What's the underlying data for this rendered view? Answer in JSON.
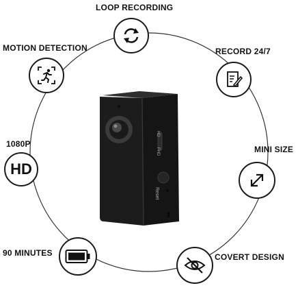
{
  "features": {
    "loop_recording": {
      "label": "LOOP RECORDING",
      "icon": "loop-arrows-icon"
    },
    "motion_detection": {
      "label": "MOTION DETECTION",
      "icon": "running-person-icon"
    },
    "record_247": {
      "label": "RECORD 24/7",
      "icon": "document-pen-icon"
    },
    "resolution": {
      "label": "1080P",
      "icon": "hd-icon",
      "badge_text": "HD"
    },
    "mini_size": {
      "label": "MINI SIZE",
      "icon": "diagonal-arrow-icon"
    },
    "battery": {
      "label": "90 MINUTES",
      "icon": "battery-icon"
    },
    "covert_design": {
      "label": "COVERT DESIGN",
      "icon": "eye-slash-icon"
    }
  },
  "camera": {
    "side_labels": [
      "HD",
      "FHD"
    ],
    "reset_label": "Reset"
  },
  "colors": {
    "ring": "#333333",
    "camera_body": "#1c1c1c",
    "text": "#111111"
  }
}
